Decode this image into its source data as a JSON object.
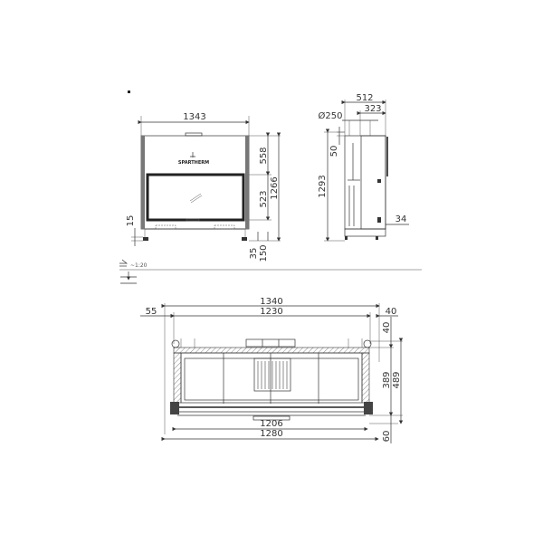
{
  "front_view": {
    "width_label": "1343",
    "dims_right": [
      "558",
      "523",
      "1266"
    ],
    "dims_bottom_right": [
      "35",
      "150"
    ],
    "dim_left": "15",
    "brand": "SPARTHERM"
  },
  "side_view": {
    "dims_top": [
      "512",
      "323"
    ],
    "flue_label": "Ø250",
    "dim_left_small": "50",
    "dim_height": "1293",
    "dim_right": "34"
  },
  "scale_note": {
    "text": "~1:20"
  },
  "top_view": {
    "dims_top": [
      "1340",
      "1230"
    ],
    "dim_left_offset": "55",
    "dim_right_offset": "40",
    "dims_right": [
      "40",
      "389",
      "489",
      "60"
    ],
    "dims_bottom": [
      "1206",
      "1280"
    ]
  },
  "colors": {
    "line": "#333333",
    "background": "#ffffff"
  }
}
